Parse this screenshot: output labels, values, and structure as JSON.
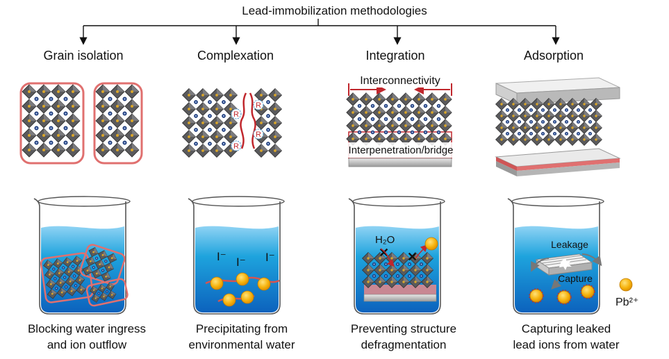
{
  "title": "Lead-immobilization methodologies",
  "methods": [
    {
      "name": "Grain isolation",
      "caption": [
        "Blocking water ingress",
        "and ion outflow"
      ]
    },
    {
      "name": "Complexation",
      "caption": [
        "Precipitating from",
        "environmental water"
      ]
    },
    {
      "name": "Integration",
      "caption": [
        "Preventing structure",
        "defragmentation"
      ]
    },
    {
      "name": "Adsorption",
      "caption": [
        "Capturing leaked",
        "lead ions from water"
      ]
    }
  ],
  "labels": {
    "ligand": "R",
    "iodide": "I⁻",
    "interconnectivity": "Interconnectivity",
    "interpenetration": "Interpenetration/bridge",
    "water": "H₂O",
    "leakage": "Leakage",
    "capture": "Capture",
    "lead_ion": "Pb²⁺"
  },
  "colors": {
    "frame": "#e0706f",
    "arrow": "#c0272d",
    "octahedron": "#58585a",
    "water_top": "#1aa0dc",
    "water_bottom": "#0d6fc4",
    "lead_ion": "#f5b60f"
  }
}
